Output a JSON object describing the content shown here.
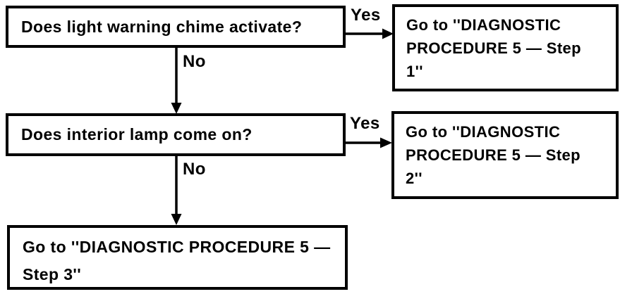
{
  "colors": {
    "ink": "#000000",
    "paper": "#ffffff"
  },
  "flowchart": {
    "q1": {
      "text": "Does light warning chime activate?"
    },
    "r1": {
      "lines": [
        "Go to ''DIAGNOSTIC",
        "PROCEDURE 5 — Step",
        "1''"
      ]
    },
    "q2": {
      "text": "Does interior lamp come on?"
    },
    "r2": {
      "lines": [
        "Go to ''DIAGNOSTIC",
        "PROCEDURE 5 — Step",
        "2''"
      ]
    },
    "q3": {
      "lines": [
        "Go to ''DIAGNOSTIC PROCEDURE 5 —",
        "Step 3''"
      ]
    },
    "labels": {
      "yes1": "Yes",
      "no1": "No",
      "yes2": "Yes",
      "no2": "No"
    }
  }
}
